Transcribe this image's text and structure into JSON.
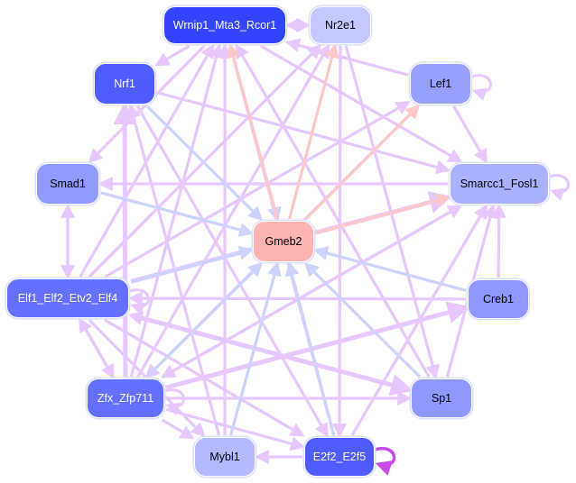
{
  "diagram": {
    "type": "gene-regulatory-network",
    "colors": {
      "edge_activation": "#e6c8ff",
      "edge_activation_strong": "#c84bea",
      "edge_to_target": "#cdd3ff",
      "edge_from_target": "#ffc8c8",
      "target_node": "#ffb4b4"
    },
    "nodes": [
      {
        "id": "Wrnip1_Mta3_Rcor1",
        "label": "Wrnip1_Mta3_Rcor1",
        "fill": "#3344ff",
        "text": "#ffffff",
        "self_loop": false
      },
      {
        "id": "Nr2e1",
        "label": "Nr2e1",
        "fill": "#c4c8ff",
        "text": "#000000",
        "self_loop": false
      },
      {
        "id": "Nrf1",
        "label": "Nrf1",
        "fill": "#4f5cff",
        "text": "#ffffff",
        "self_loop": false
      },
      {
        "id": "Lef1",
        "label": "Lef1",
        "fill": "#98a0ff",
        "text": "#000000",
        "self_loop": true
      },
      {
        "id": "Smad1",
        "label": "Smad1",
        "fill": "#909aff",
        "text": "#000000",
        "self_loop": false
      },
      {
        "id": "Smarcc1_Fosl1",
        "label": "Smarcc1_Fosl1",
        "fill": "#aab1ff",
        "text": "#000000",
        "self_loop": true
      },
      {
        "id": "Gmeb2",
        "label": "Gmeb2",
        "fill": "#ffb4b4",
        "text": "#000000",
        "self_loop": false
      },
      {
        "id": "Elf1_Elf2_Etv2_Elf4",
        "label": "Elf1_Elf2_Etv2_Elf4",
        "fill": "#6470ff",
        "text": "#ffffff",
        "self_loop": true
      },
      {
        "id": "Creb1",
        "label": "Creb1",
        "fill": "#8e98ff",
        "text": "#000000",
        "self_loop": false
      },
      {
        "id": "Zfx_Zfp711",
        "label": "Zfx_Zfp711",
        "fill": "#6470ff",
        "text": "#ffffff",
        "self_loop": true
      },
      {
        "id": "Sp1",
        "label": "Sp1",
        "fill": "#8e98ff",
        "text": "#000000",
        "self_loop": false
      },
      {
        "id": "Mybl1",
        "label": "Mybl1",
        "fill": "#b4baff",
        "text": "#000000",
        "self_loop": false
      },
      {
        "id": "E2f2_E2f5",
        "label": "E2f2_E2f5",
        "fill": "#4f5cff",
        "text": "#ffffff",
        "self_loop": true,
        "self_loop_strong": true
      }
    ],
    "edges": [
      {
        "from": "Nr2e1",
        "to": "Wrnip1_Mta3_Rcor1",
        "kind": "act"
      },
      {
        "from": "Wrnip1_Mta3_Rcor1",
        "to": "Nr2e1",
        "kind": "act"
      },
      {
        "from": "Lef1",
        "to": "Wrnip1_Mta3_Rcor1",
        "kind": "act"
      },
      {
        "from": "Wrnip1_Mta3_Rcor1",
        "to": "Nrf1",
        "kind": "act"
      },
      {
        "from": "Wrnip1_Mta3_Rcor1",
        "to": "Smarcc1_Fosl1",
        "kind": "act"
      },
      {
        "from": "Wrnip1_Mta3_Rcor1",
        "to": "Gmeb2",
        "kind": "tgt"
      },
      {
        "from": "Gmeb2",
        "to": "Wrnip1_Mta3_Rcor1",
        "kind": "src"
      },
      {
        "from": "Gmeb2",
        "to": "Nr2e1",
        "kind": "src"
      },
      {
        "from": "Gmeb2",
        "to": "Lef1",
        "kind": "src"
      },
      {
        "from": "Gmeb2",
        "to": "Smarcc1_Fosl1",
        "kind": "src"
      },
      {
        "from": "Elf1_Elf2_Etv2_Elf4",
        "to": "Wrnip1_Mta3_Rcor1",
        "kind": "act"
      },
      {
        "from": "Zfx_Zfp711",
        "to": "Wrnip1_Mta3_Rcor1",
        "kind": "act"
      },
      {
        "from": "Mybl1",
        "to": "Wrnip1_Mta3_Rcor1",
        "kind": "act"
      },
      {
        "from": "Sp1",
        "to": "Wrnip1_Mta3_Rcor1",
        "kind": "act"
      },
      {
        "from": "E2f2_E2f5",
        "to": "Wrnip1_Mta3_Rcor1",
        "kind": "act"
      },
      {
        "from": "Zfx_Zfp711",
        "to": "Nr2e1",
        "kind": "act"
      },
      {
        "from": "Elf1_Elf2_Etv2_Elf4",
        "to": "Nr2e1",
        "kind": "act"
      },
      {
        "from": "Nr2e1",
        "to": "E2f2_E2f5",
        "kind": "act"
      },
      {
        "from": "Zfx_Zfp711",
        "to": "Nrf1",
        "kind": "act",
        "w": 5
      },
      {
        "from": "Mybl1",
        "to": "Nrf1",
        "kind": "act"
      },
      {
        "from": "Nrf1",
        "to": "Gmeb2",
        "kind": "tgt"
      },
      {
        "from": "Nrf1",
        "to": "Smarcc1_Fosl1",
        "kind": "act"
      },
      {
        "from": "Lef1",
        "to": "Smarcc1_Fosl1",
        "kind": "act"
      },
      {
        "from": "Elf1_Elf2_Etv2_Elf4",
        "to": "Lef1",
        "kind": "act"
      },
      {
        "from": "Smarcc1_Fosl1",
        "to": "Smad1",
        "kind": "act"
      },
      {
        "from": "Smad1",
        "to": "Gmeb2",
        "kind": "tgt"
      },
      {
        "from": "Wrnip1_Mta3_Rcor1",
        "to": "Smad1",
        "kind": "act"
      },
      {
        "from": "Elf1_Elf2_Etv2_Elf4",
        "to": "Smad1",
        "kind": "act"
      },
      {
        "from": "Elf1_Elf2_Etv2_Elf4",
        "to": "Smarcc1_Fosl1",
        "kind": "act",
        "w": 5
      },
      {
        "from": "Zfx_Zfp711",
        "to": "Smarcc1_Fosl1",
        "kind": "act"
      },
      {
        "from": "Sp1",
        "to": "Smarcc1_Fosl1",
        "kind": "act"
      },
      {
        "from": "Creb1",
        "to": "Smarcc1_Fosl1",
        "kind": "act"
      },
      {
        "from": "Elf1_Elf2_Etv2_Elf4",
        "to": "Gmeb2",
        "kind": "tgt"
      },
      {
        "from": "Creb1",
        "to": "Gmeb2",
        "kind": "tgt"
      },
      {
        "from": "Zfx_Zfp711",
        "to": "Gmeb2",
        "kind": "tgt"
      },
      {
        "from": "Mybl1",
        "to": "Gmeb2",
        "kind": "tgt"
      },
      {
        "from": "E2f2_E2f5",
        "to": "Gmeb2",
        "kind": "tgt"
      },
      {
        "from": "Sp1",
        "to": "Gmeb2",
        "kind": "tgt"
      },
      {
        "from": "Zfx_Zfp711",
        "to": "Elf1_Elf2_Etv2_Elf4",
        "kind": "act"
      },
      {
        "from": "Elf1_Elf2_Etv2_Elf4",
        "to": "Zfx_Zfp711",
        "kind": "act"
      },
      {
        "from": "Elf1_Elf2_Etv2_Elf4",
        "to": "Sp1",
        "kind": "act",
        "w": 5
      },
      {
        "from": "Elf1_Elf2_Etv2_Elf4",
        "to": "E2f2_E2f5",
        "kind": "act"
      },
      {
        "from": "Elf1_Elf2_Etv2_Elf4",
        "to": "Mybl1",
        "kind": "act"
      },
      {
        "from": "Zfx_Zfp711",
        "to": "Sp1",
        "kind": "act"
      },
      {
        "from": "Zfx_Zfp711",
        "to": "Creb1",
        "kind": "act",
        "w": 5
      },
      {
        "from": "Zfx_Zfp711",
        "to": "Mybl1",
        "kind": "act"
      },
      {
        "from": "Zfx_Zfp711",
        "to": "E2f2_E2f5",
        "kind": "act"
      },
      {
        "from": "E2f2_E2f5",
        "to": "Mybl1",
        "kind": "act"
      },
      {
        "from": "E2f2_E2f5",
        "to": "Smarcc1_Fosl1",
        "kind": "act"
      },
      {
        "from": "Nrf1",
        "to": "E2f2_E2f5",
        "kind": "act"
      },
      {
        "from": "Smad1",
        "to": "Elf1_Elf2_Etv2_Elf4",
        "kind": "act"
      },
      {
        "from": "Sp1",
        "to": "Elf1_Elf2_Etv2_Elf4",
        "kind": "act"
      },
      {
        "from": "Nr2e1",
        "to": "Sp1",
        "kind": "act"
      },
      {
        "from": "Lef1",
        "to": "Zfx_Zfp711",
        "kind": "act"
      },
      {
        "from": "Smarcc1_Fosl1",
        "to": "Zfx_Zfp711",
        "kind": "act"
      },
      {
        "from": "Creb1",
        "to": "Elf1_Elf2_Etv2_Elf4",
        "kind": "act"
      }
    ]
  }
}
